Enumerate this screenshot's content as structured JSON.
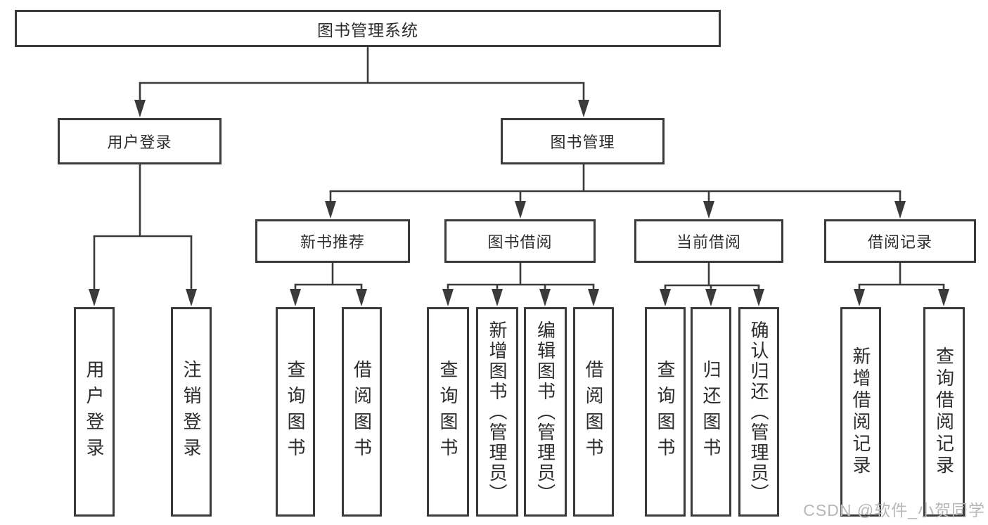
{
  "diagram": {
    "root": {
      "label": "图书管理系统"
    },
    "level1": [
      {
        "label": "用户登录"
      },
      {
        "label": "图书管理"
      }
    ],
    "level2": [
      {
        "label": "新书推荐"
      },
      {
        "label": "图书借阅"
      },
      {
        "label": "当前借阅"
      },
      {
        "label": "借阅记录"
      }
    ],
    "leaves": {
      "user_login": [
        {
          "label": "用户登录"
        },
        {
          "label": "注销登录"
        }
      ],
      "new_book_recommend": [
        {
          "label": "查询图书"
        },
        {
          "label": "借阅图书"
        }
      ],
      "book_borrowing": [
        {
          "label": "查询图书"
        },
        {
          "label": "新增图书（管理员）"
        },
        {
          "label": "编辑图书（管理员）"
        },
        {
          "label": "借阅图书"
        }
      ],
      "current_borrowing": [
        {
          "label": "查询图书"
        },
        {
          "label": "归还图书"
        },
        {
          "label": "确认归还（管理员）"
        }
      ],
      "borrowing_records": [
        {
          "label": "新增借阅记录"
        },
        {
          "label": "查询借阅记录"
        }
      ]
    },
    "watermark": "CSDN @软件_小贺同学",
    "colors": {
      "line": "#3a3a3a",
      "text": "#2c2c2c",
      "watermark": "#b7b7b7",
      "background": "#ffffff"
    }
  }
}
